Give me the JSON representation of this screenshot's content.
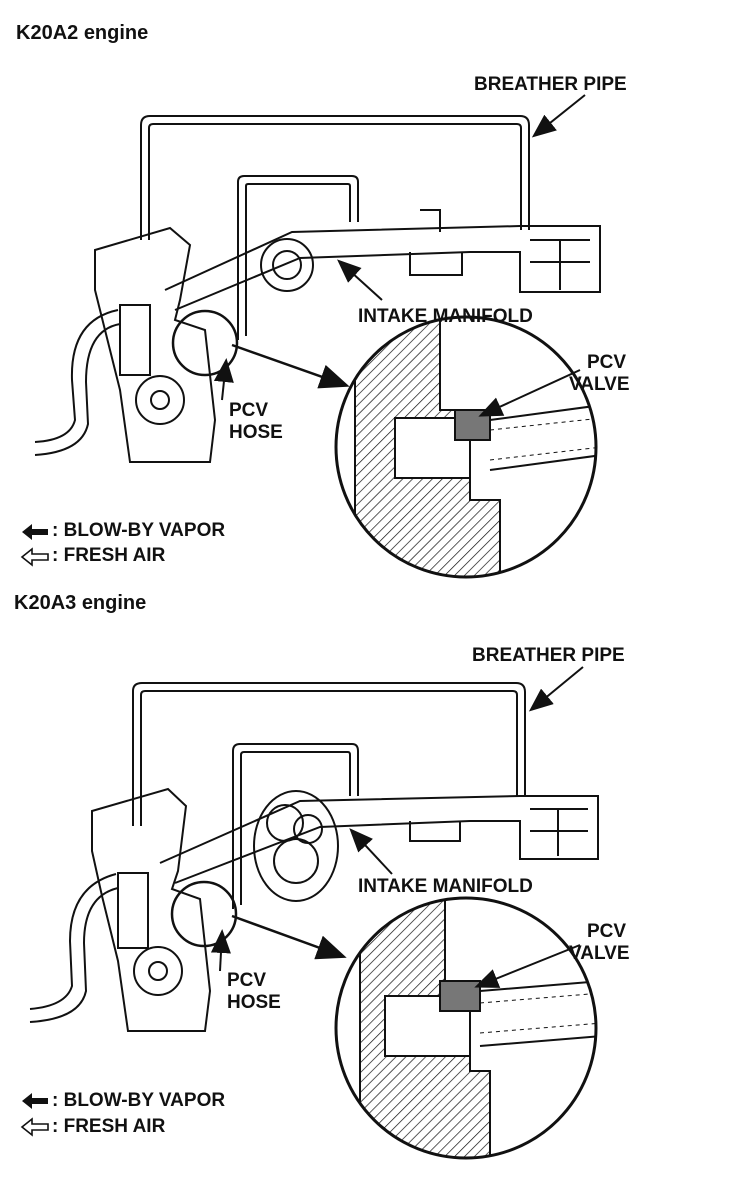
{
  "diagrams": [
    {
      "title": "K20A2 engine",
      "breather_pipe": "BREATHER PIPE",
      "intake_manifold": "INTAKE MANIFOLD",
      "pcv_valve_line1": "PCV",
      "pcv_valve_line2": "VALVE",
      "pcv_hose_line1": "PCV",
      "pcv_hose_line2": "HOSE",
      "legend_blowby": ": BLOW-BY VAPOR",
      "legend_fresh": ": FRESH AIR"
    },
    {
      "title": "K20A3 engine",
      "breather_pipe": "BREATHER PIPE",
      "intake_manifold": "INTAKE MANIFOLD",
      "pcv_valve_line1": "PCV",
      "pcv_valve_line2": "VALVE",
      "pcv_hose_line1": "PCV",
      "pcv_hose_line2": "HOSE",
      "legend_blowby": ": BLOW-BY VAPOR",
      "legend_fresh": ": FRESH AIR"
    }
  ],
  "colors": {
    "ink": "#111111",
    "paper": "#ffffff"
  },
  "icons": {
    "blowby": "solid-left-arrow-icon",
    "fresh": "hollow-left-arrow-icon"
  }
}
